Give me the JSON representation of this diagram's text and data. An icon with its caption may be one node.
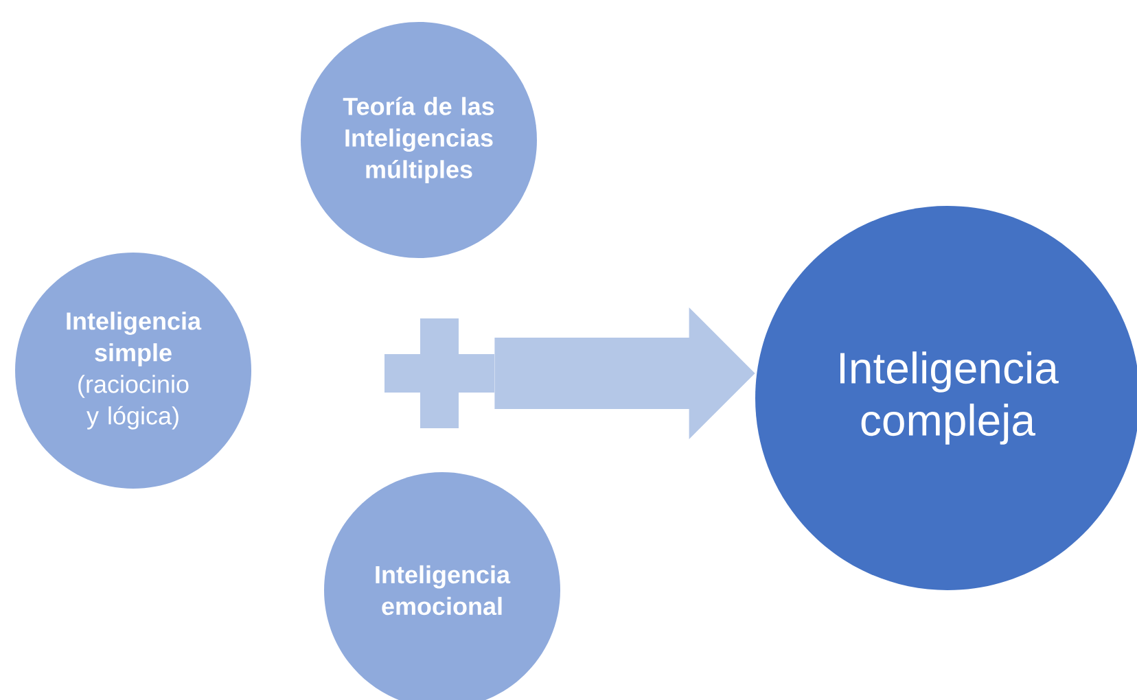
{
  "diagram": {
    "nodes": [
      {
        "text": [
          "Teoría de las Inteligencias múltiples"
        ]
      },
      {
        "text": [
          "Inteligencia simple",
          "(raciocinio y lógica)"
        ]
      },
      {
        "text": [
          "Inteligencia emocional"
        ]
      },
      {
        "text": [
          "Inteligencia compleja"
        ]
      },
      {
        "text": [],
        "shape": "plus"
      }
    ],
    "edges": [
      {
        "from": 4,
        "to": 3,
        "arrow": "to",
        "style": "thick"
      }
    ]
  }
}
